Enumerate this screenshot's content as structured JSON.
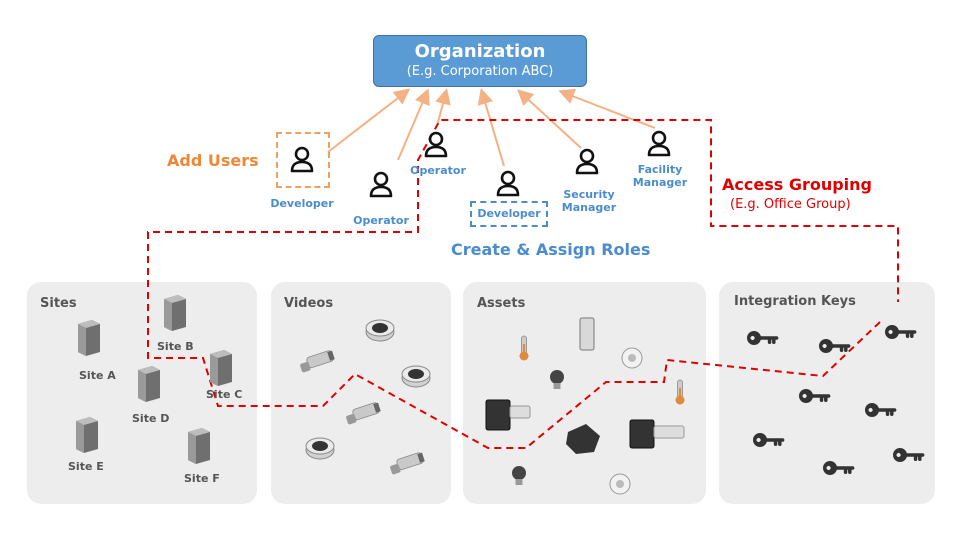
{
  "organization": {
    "title": "Organization",
    "subtitle": "(E.g. Corporation ABC)"
  },
  "add_users_label": "Add Users",
  "roles_label": "Create & Assign Roles",
  "access_grouping": {
    "title": "Access Grouping",
    "subtitle": "(E.g. Office Group)"
  },
  "users": [
    {
      "role": "Developer"
    },
    {
      "role": "Operator"
    },
    {
      "role": "Operator"
    },
    {
      "role": "Developer"
    },
    {
      "role": "Security Manager"
    },
    {
      "role": "Facility Manager"
    }
  ],
  "panels": {
    "sites": {
      "title": "Sites",
      "items": [
        "Site A",
        "Site B",
        "Site C",
        "Site D",
        "Site E",
        "Site F"
      ]
    },
    "videos": {
      "title": "Videos"
    },
    "assets": {
      "title": "Assets"
    },
    "integration_keys": {
      "title": "Integration Keys"
    }
  },
  "colors": {
    "org_fill": "#5b9bd5",
    "arrow": "#f4b183",
    "access_line": "#e00000",
    "role_text": "#4a8ccc",
    "panel_bg": "#ededed"
  }
}
